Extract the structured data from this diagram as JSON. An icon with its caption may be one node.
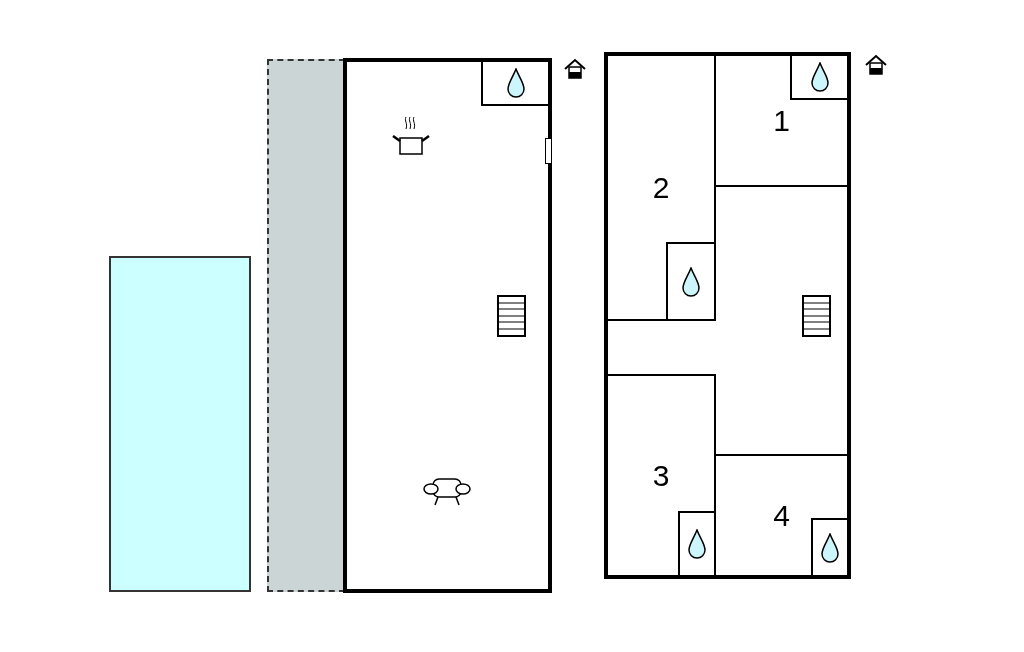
{
  "diagram": {
    "nodes": [
      {
        "text": [],
        "shape": "box"
      },
      {
        "text": [],
        "shape": "box"
      },
      {
        "text": [],
        "shape": "box"
      },
      {
        "text": [],
        "shape": "box",
        "in": 2
      },
      {
        "text": [],
        "shape": "box"
      },
      {
        "text": [
          "1"
        ],
        "in": 4
      },
      {
        "text": [],
        "shape": "box",
        "in": 5
      },
      {
        "text": [
          "2"
        ],
        "in": 4
      },
      {
        "text": [],
        "shape": "box",
        "in": 7
      },
      {
        "text": [
          "3"
        ],
        "in": 4
      },
      {
        "text": [],
        "shape": "box",
        "in": 9
      },
      {
        "text": [
          "4"
        ],
        "in": 4
      },
      {
        "text": [],
        "shape": "box",
        "in": 11
      }
    ]
  }
}
